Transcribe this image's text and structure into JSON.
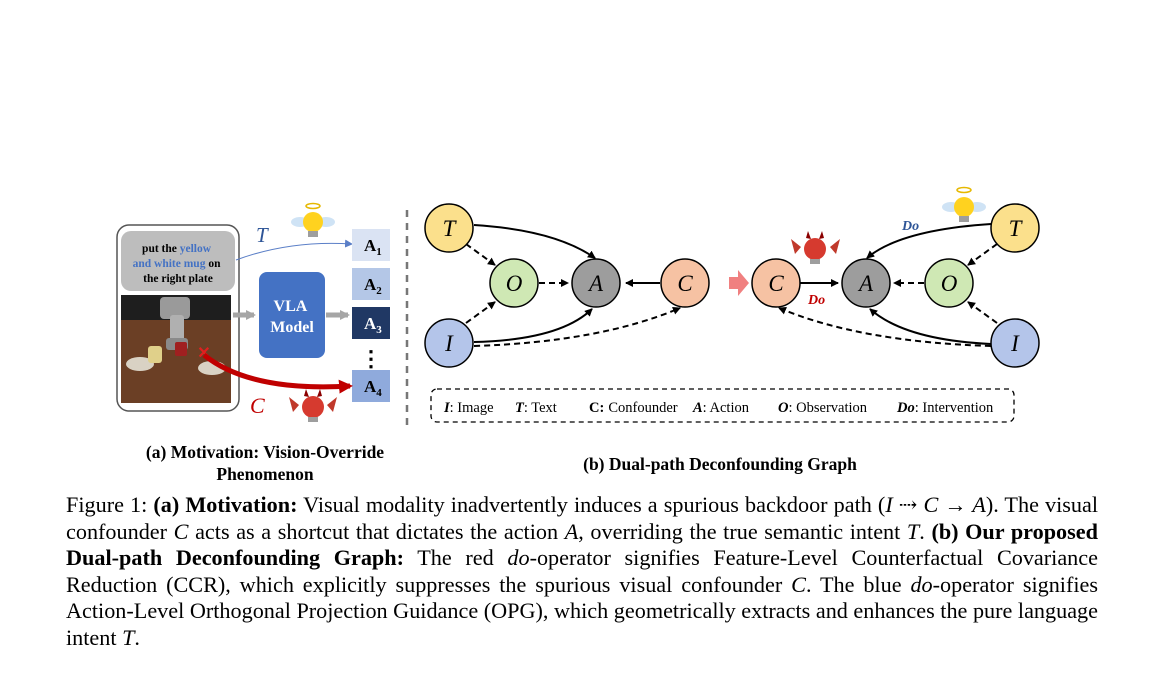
{
  "panel_a": {
    "instruction": {
      "line1": "put the",
      "line1_blue": "yellow",
      "line2_blue": "and white mug",
      "line2_tail": "on",
      "line3": "the right plate"
    },
    "text_var": "T",
    "confounder_var": "C",
    "model_line1": "VLA",
    "model_line2": "Model",
    "actions": [
      "A",
      "A",
      "A",
      "A"
    ],
    "action_subscripts": [
      "1",
      "2",
      "3",
      "4"
    ],
    "dots": "⋮",
    "label_line1": "(a) Motivation: Vision-Override",
    "label_line2": "Phenomenon"
  },
  "panel_b": {
    "left_nodes": {
      "T": "T",
      "O": "O",
      "A": "A",
      "C": "C",
      "I": "I"
    },
    "right_nodes": {
      "C": "C",
      "A": "A",
      "O": "O",
      "T": "T",
      "I": "I"
    },
    "do_top": "Do",
    "do_red": "Do",
    "legend": {
      "i_key": "I",
      "i_text": ": Image",
      "t_key": "T",
      "t_text": ": Text",
      "c_key": "C:",
      "c_text": "Confounder",
      "a_key": "A",
      "a_text": ": Action",
      "o_key": "O",
      "o_text": ": Observation",
      "do_key": "Do",
      "do_text": ": Intervention"
    },
    "label": "(b) Dual-path Deconfounding Graph"
  },
  "caption": {
    "fig": "Figure 1: ",
    "a_bold": "(a) Motivation:",
    "s1": " Visual modality inadvertently induces a spurious backdoor path (",
    "s1_math": "I ⇢",
    "s2_math": "C → A",
    "s2": "). The visual confounder ",
    "s2_c": "C",
    "s3": " acts as a shortcut that dictates the action ",
    "s3_a": "A",
    "s4": ", overriding the true semantic intent ",
    "s4_t": "T",
    "s5": ". ",
    "b_bold": "(b) Our proposed Dual-path Deconfounding Graph:",
    "s6": " The red ",
    "do1": "do",
    "s7": "-operator signifies Feature-Level Counterfactual Covariance Reduction (CCR), which explicitly suppresses the spurious visual confounder ",
    "s7_c": "C",
    "s8": ". The blue ",
    "do2": "do",
    "s9": "-operator signifies Action-Level Orthogonal Projection Guidance (OPG), which geometrically extracts and enhances the pure language intent ",
    "s9_t": "T",
    "s10": "."
  },
  "colors": {
    "text_node": "#fbe08c",
    "obs_node": "#cfe8b4",
    "action_node": "#9d9d9d",
    "conf_node": "#f6c2a3",
    "image_node": "#b4c5ea",
    "vla_blue": "#4472c4",
    "red": "#c00000",
    "blue_text": "#2e5597"
  }
}
